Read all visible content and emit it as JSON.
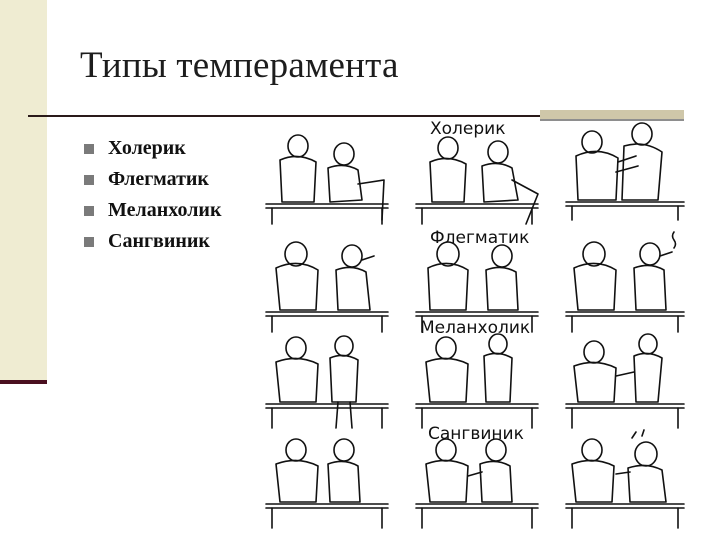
{
  "slide": {
    "title": "Типы темперамента",
    "bullets": [
      "Холерик",
      "Флегматик",
      "Меланхолик",
      "Сангвиник"
    ]
  },
  "illustration": {
    "labels": [
      "Холерик",
      "Флегматик",
      "Меланхолик",
      "Сангвиник"
    ]
  },
  "colors": {
    "side_bar": "#efecd2",
    "side_bar_underline": "#4a0f1f",
    "bullet_mark": "#7a7a7a",
    "accent_box": "#cfc7a9"
  }
}
